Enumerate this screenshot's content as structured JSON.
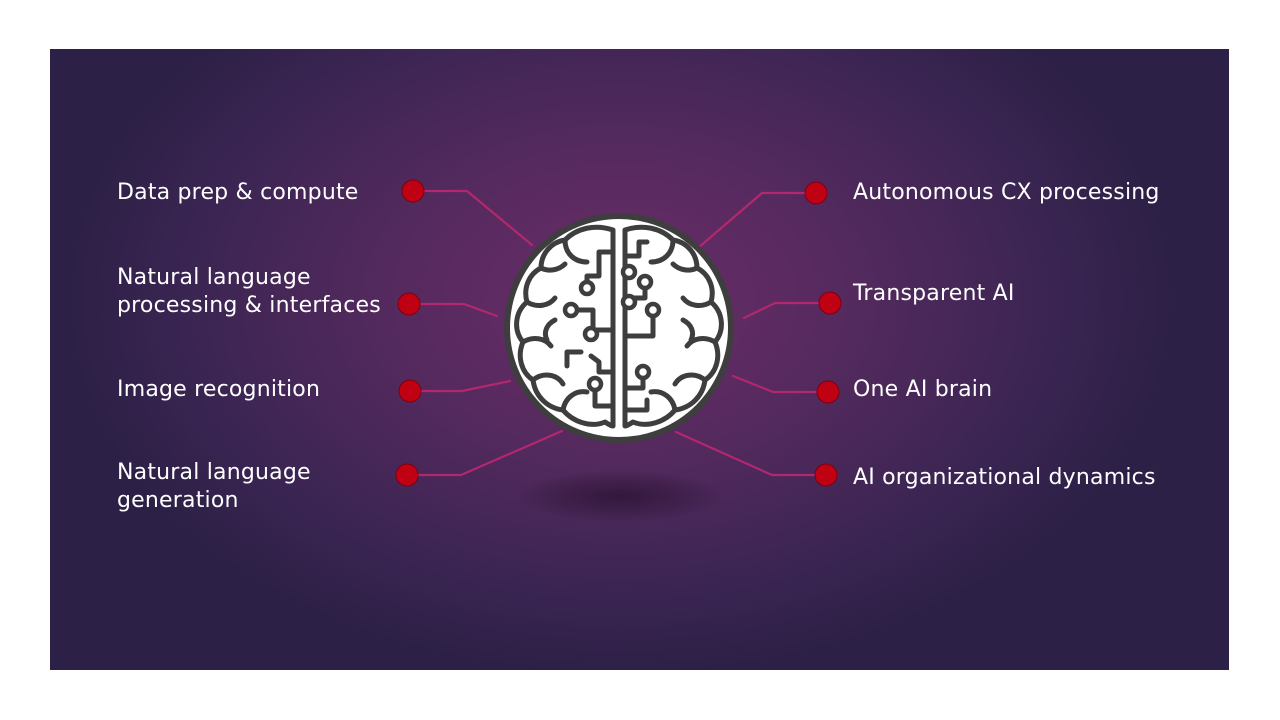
{
  "left_items": [
    {
      "lines": [
        "Data prep & compute"
      ]
    },
    {
      "lines": [
        "Natural language",
        "processing & interfaces"
      ]
    },
    {
      "lines": [
        "Image recognition"
      ]
    },
    {
      "lines": [
        "Natural language",
        "generation"
      ]
    }
  ],
  "right_items": [
    {
      "lines": [
        "Autonomous CX processing"
      ]
    },
    {
      "lines": [
        "Transparent AI"
      ]
    },
    {
      "lines": [
        "One AI brain"
      ]
    },
    {
      "lines": [
        "AI organizational dynamics"
      ]
    }
  ],
  "center_icon": "brain-circuit-icon",
  "colors": {
    "background": "#4a2659",
    "node": "#c00013",
    "connector": "#b3276e",
    "text": "#ffffff",
    "brain_fill": "#ffffff",
    "brain_stroke": "#3e3e3e"
  }
}
